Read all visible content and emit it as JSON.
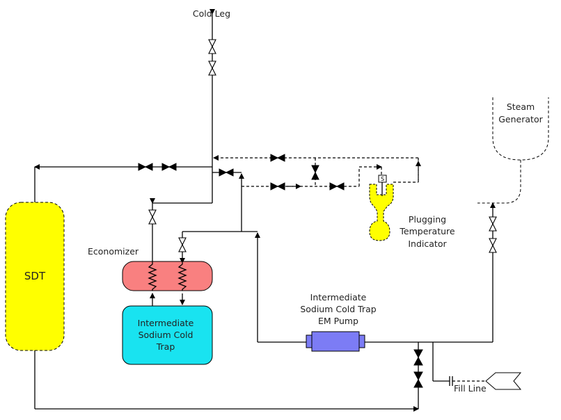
{
  "labels": {
    "cold_leg": "Cold Leg",
    "steam_generator_line1": "Steam",
    "steam_generator_line2": "Generator",
    "sdt": "SDT",
    "economizer": "Economizer",
    "cold_trap_line1": "Intermediate",
    "cold_trap_line2": "Sodium Cold",
    "cold_trap_line3": "Trap",
    "pti_line1": "Plugging",
    "pti_line2": "Temperature",
    "pti_line3": "Indicator",
    "em_pump_line1": "Intermediate",
    "em_pump_line2": "Sodium Cold Trap",
    "em_pump_line3": "EM Pump",
    "fill_line": "Fill Line",
    "sensor_mark": "S"
  },
  "colors": {
    "sdt_fill": "#ffff00",
    "economizer_fill": "#f98080",
    "cold_trap_fill": "#19e3f0",
    "pti_fill": "#ffff00",
    "pump_fill": "#7c7cf5"
  }
}
